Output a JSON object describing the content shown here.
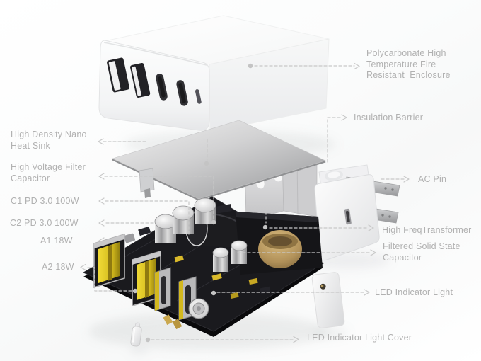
{
  "colors": {
    "label_text": "#b1b1b1",
    "leader_line": "#c8c8c8",
    "enclosure_white": "#fafbfb",
    "heatsink_gray": "#c6c6c7",
    "pcb_black": "#17171a",
    "usb_yellow": "#dcc328",
    "coil_gold": "#b9975c"
  },
  "labels": {
    "enclosure": "Polycarbonate High\nTemperature Fire\nResistant  Enclosure",
    "insulation_barrier": "Insulation Barrier",
    "heat_sink": "High Density Nano\nHeat Sink",
    "hv_capacitor": "High Voltage Filter\nCapacitor",
    "c1_port": "C1 PD 3.0 100W",
    "c2_port": "C2 PD 3.0 100W",
    "a1_port": "A1 18W",
    "a2_port": "A2 18W",
    "ac_pin": "AC Pin",
    "transformer": "High FreqTransformer",
    "filtered_capacitor": "Filtered Solid State\nCapacitor",
    "led_light": "LED Indicator Light",
    "led_cover": "LED Indicator Light Cover"
  }
}
